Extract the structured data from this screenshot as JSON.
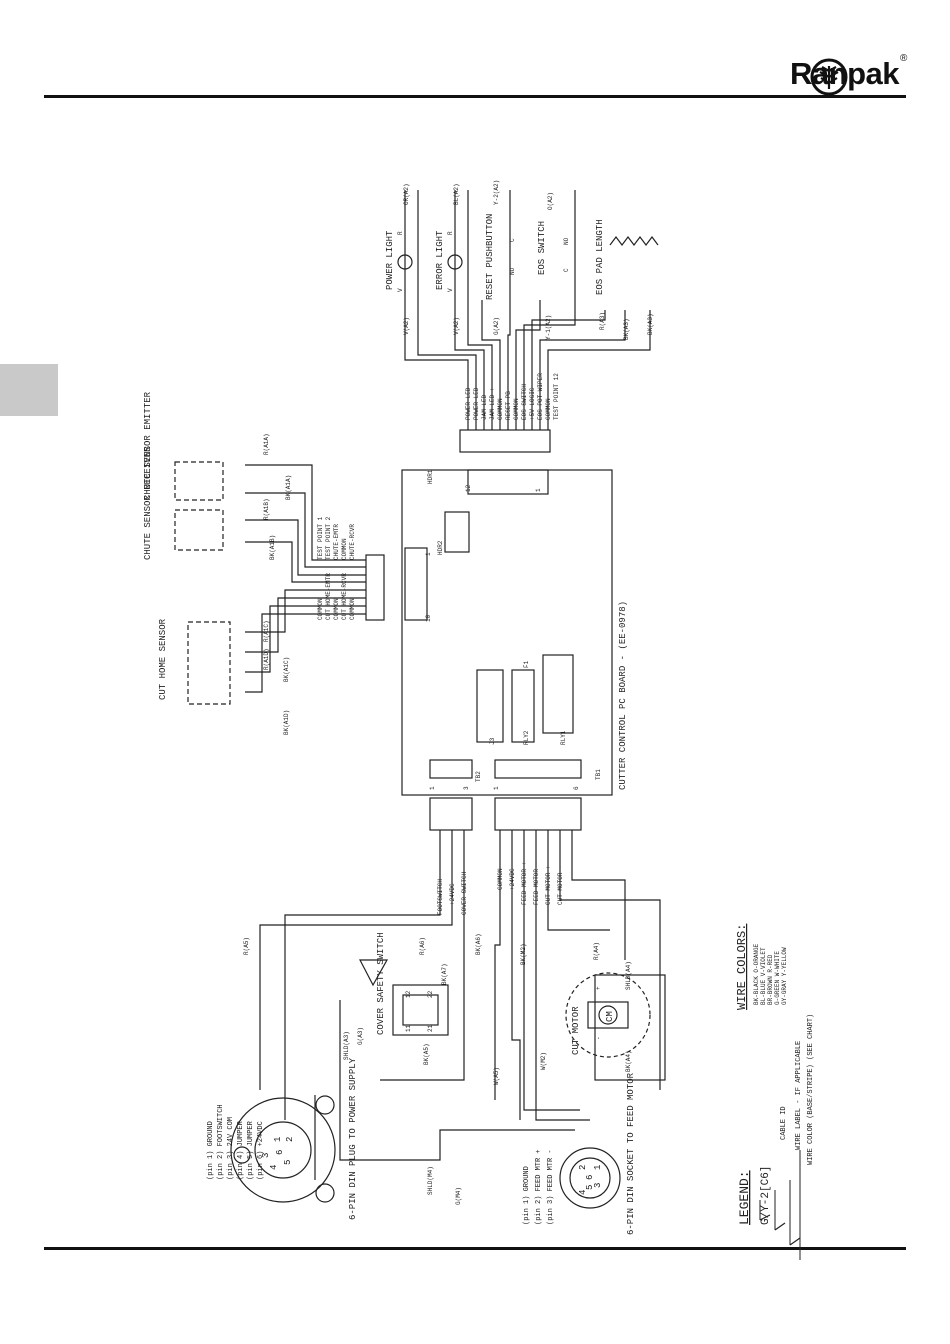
{
  "header": {
    "brand": "Ranpak",
    "registered": "®"
  },
  "labels": {
    "power_light": "POWER LIGHT",
    "error_light": "ERROR LIGHT",
    "reset_pushbutton": "RESET PUSHBUTTON",
    "eos_switch": "EOS SWITCH",
    "eos_pad_length": "EOS PAD LENGTH",
    "chute_sensor_emitter": "CHUTE SENSOR EMITTER",
    "chute_sensor_receiver": "CHUTE SENSOR RECEIVER",
    "cut_home_sensor": "CUT HOME SENSOR",
    "board": "CUTTER CONTROL PC BOARD - (EE-0978)",
    "cover_safety_switch": "COVER SAFETY SWITCH",
    "cut_motor": "CUT MOTOR",
    "cm": "CM",
    "power_plug": "6-PIN DIN PLUG TO POWER SUPPLY",
    "feed_socket": "6-PIN DIN SOCKET TO FEED MOTOR"
  },
  "eos_connector_pins": [
    "POWER LED",
    "POWER LED",
    "JAM LED",
    "JAM LED +",
    "COMMON",
    "RESET PB",
    "COMMON",
    "EOS SWITCH",
    "+5V LOGIC",
    "EOS POT WIPER",
    "COMMON",
    "TEST POINT 12"
  ],
  "sensor_connector_pins": [
    "TEST POINT 1",
    "TEST POINT 2",
    "CHUTE-EMTR",
    "COMMON",
    "CHUTE-RCVR",
    "COMMON",
    "CUT HOME-EMTR",
    "COMMON",
    "CUT HOME-RCVR",
    "COMMON"
  ],
  "tb2_pins": [
    "FOOTSWITCH",
    "+24VDC",
    "COVER SWITCH"
  ],
  "tb1_pins": [
    "COMMON",
    "+24VDC",
    "FEED MOTOR +",
    "FEED MOTOR -",
    "CUT MOTOR +",
    "CUT MOTOR -"
  ],
  "power_plug_pins": [
    "(pin 1) GROUND",
    "(pin 2) FOOTSWITCH",
    "(pin 3) 24V COM",
    "(pin 4) JUMPER",
    "(pin 5) JUMPER",
    "(pin 6) +24VDC"
  ],
  "feed_socket_pins": [
    "(pin 1) GROUND",
    "(pin 2) FEED MTR +",
    "(pin 3) FEED MTR -"
  ],
  "wire_labels": {
    "power_light_left": "V(A2)",
    "power_light_right": "OR(A2)",
    "error_light_left": "V(A2)",
    "error_light_right": "BL(A2)",
    "reset_left": "G(A2)",
    "reset_right": "Y-2(A2)",
    "eos_left": "Y-1(A2)",
    "eos_right": "O(A2)",
    "pad_1": "R(A3)",
    "pad_2": "BK(A3)",
    "pad_3": "BK(A3)",
    "emitter_top": "R(A1A)",
    "emitter_bottom": "BK(A1A)",
    "receiver_top": "R(A1B)",
    "receiver_bottom": "BK(A1B)",
    "cut_home_1": "R(A1C)",
    "cut_home_2": "R(A1D)",
    "cut_home_3": "BK(A1C)",
    "cut_home_4": "BK(A1D)",
    "foot": "R(A5)",
    "cover_1": "R(A6)",
    "cover_2": "BK(A6)",
    "cover_3": "BK(A7)",
    "shld_a": "SHLD(A3)",
    "g_a3": "G(A3)",
    "bk_a5": "BK(A5)",
    "w_a5": "W(A5)",
    "bk_m": "BK(M2)",
    "w_m": "W(M2)",
    "r_a4": "R(A4)",
    "shld_a4": "SHLD(A4)",
    "bk_a4": "BK(A4)",
    "shld_m": "SHLD(M4)",
    "g_m": "G(M4)"
  },
  "pin_marks": {
    "led_v": "V",
    "led_r": "R",
    "no": "NO",
    "c": "C",
    "w": "W",
    "bk": "BK",
    "r": "R",
    "pin1": "1",
    "pin2": "2",
    "pin3": "3",
    "pin4": "4",
    "sw_11": "11",
    "sw_12": "12",
    "sw_21": "21",
    "sw_22": "22",
    "plus": "+",
    "minus": "-",
    "m1": "1",
    "m2": "2",
    "m3": "3",
    "m4": "4",
    "m5": "5",
    "m6": "6",
    "j1": "1",
    "j12": "12",
    "j10": "10",
    "tb3": "3",
    "tb6": "6"
  },
  "board_marks": {
    "tb1": "TB1",
    "tb2": "TB2",
    "j3": "J3",
    "j1": "HDR1",
    "j2": "HDR2",
    "rly1": "RLY1",
    "rly2": "RLY2",
    "f1": "F1"
  },
  "legend": {
    "title": "LEGEND:",
    "example": "G/Y-2[C6]",
    "items": [
      "CABLE ID",
      "WIRE LABEL - IF APPLICABLE",
      "WIRE COLOR (BASE/STRIPE) (SEE CHART)"
    ]
  },
  "wire_colors": {
    "title": "WIRE COLORS:",
    "items": [
      "BK-BLACK  O-ORANGE",
      "BL-BLUE   V-VIOLET",
      "BR-BROWN  R-RED",
      "G-GREEN   W-WHITE",
      "GY-GRAY   Y-YELLOW"
    ]
  },
  "colors": {
    "ink": "#111111",
    "tab": "#c9c9c9"
  }
}
